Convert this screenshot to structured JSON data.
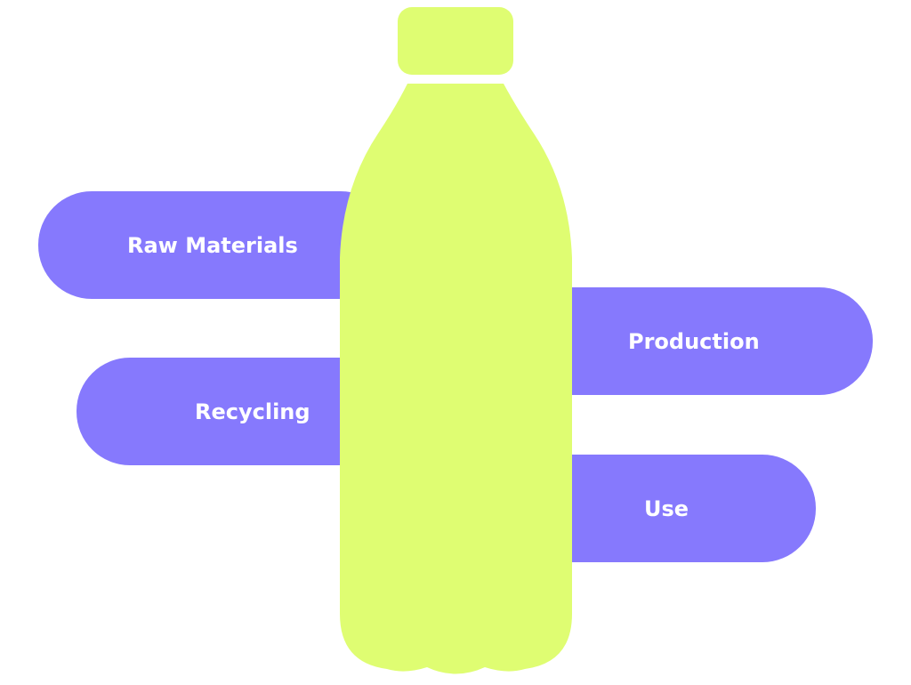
{
  "stages": {
    "raw": "Raw Materials",
    "production": "Production",
    "recycling": "Recycling",
    "use": "Use"
  },
  "colors": {
    "pill": "#8679fd",
    "bottle": "#dffd72"
  }
}
